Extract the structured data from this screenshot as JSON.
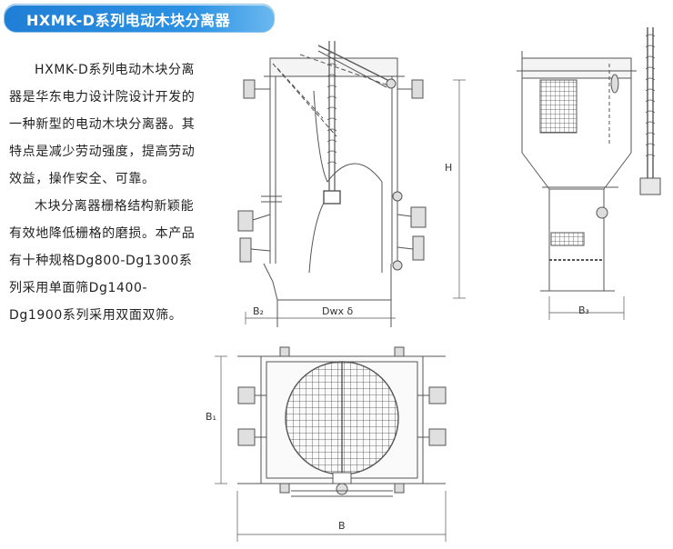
{
  "title": "HXMK-D系列电动木块分离器",
  "description": {
    "paragraph1": "HXMK-D系列电动木块分离器是华东电力设计院设计开发的一种新型的电动木块分离器。其特点是减少劳动强度，提高劳动效益，操作安全、可靠。",
    "paragraph2": "木块分离器栅格结构新颖能有效地降低栅格的磨损。本产品有十种规格Dg800-Dg1300系列采用单面筛Dg1400-Dg1900系列采用双面双筛。"
  },
  "dimensions": {
    "h": "H",
    "b2": "B₂",
    "dwx": "Dwx δ",
    "b3": "B₃",
    "b1": "B₁",
    "b": "B"
  },
  "colors": {
    "title_bg": "#1f7fd6",
    "line": "#555555"
  }
}
